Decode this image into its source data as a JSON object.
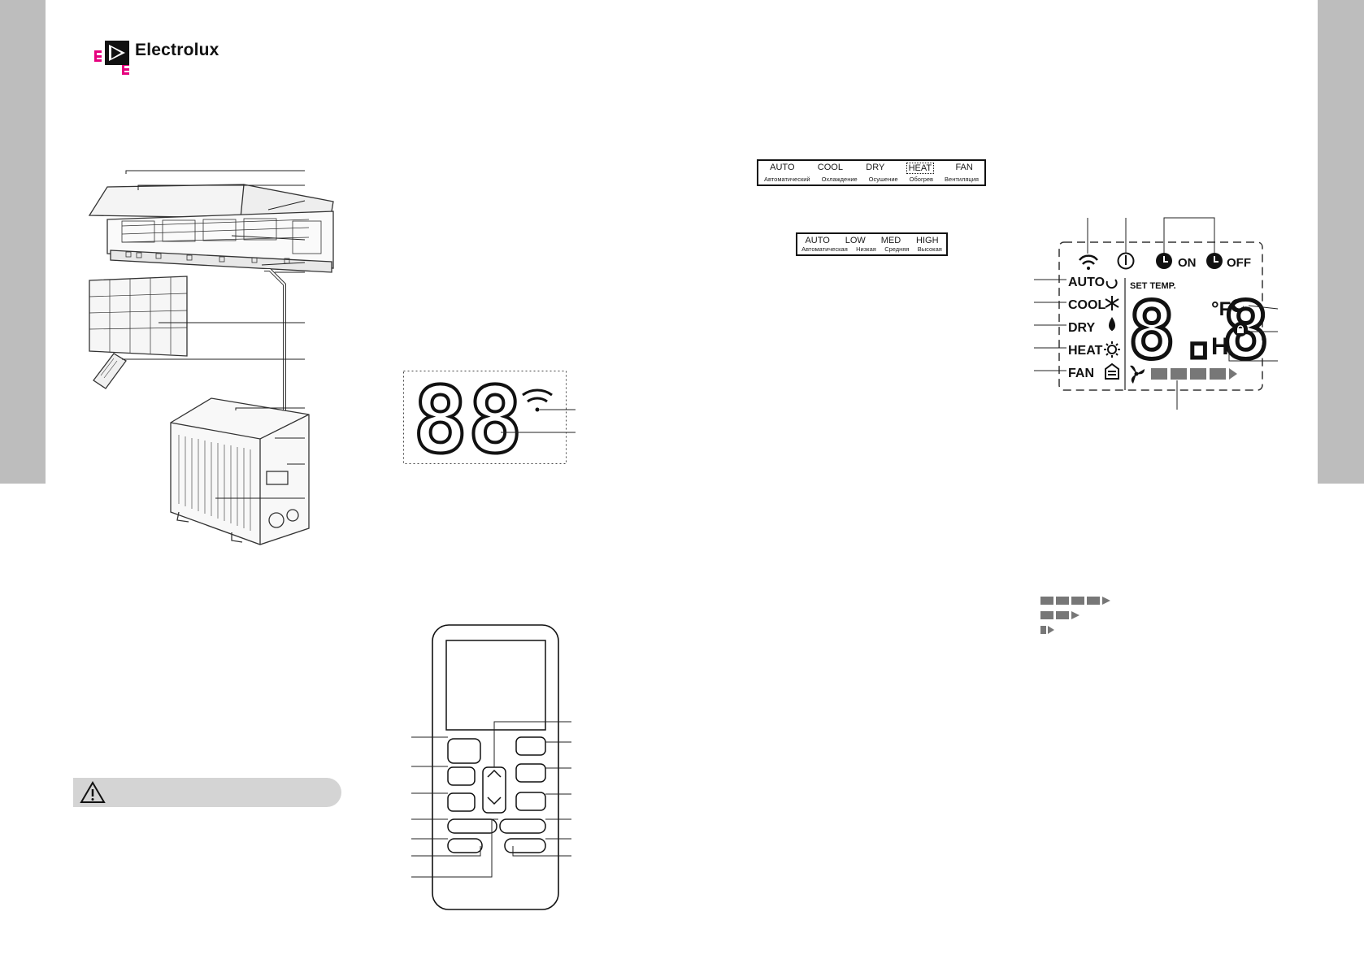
{
  "brand": {
    "name": "Electrolux",
    "accent_color": "#e6007e"
  },
  "mode_cycle": {
    "labels": [
      "AUTO",
      "COOL",
      "DRY",
      "HEAT",
      "FAN"
    ],
    "translations": [
      "Автоматический",
      "Охлаждение",
      "Осушение",
      "Обогрев",
      "Вентиляция"
    ]
  },
  "fan_cycle": {
    "labels": [
      "AUTO",
      "LOW",
      "MED",
      "HIGH"
    ],
    "translations": [
      "Автоматическая",
      "Низкая",
      "Средняя",
      "Высокая"
    ]
  },
  "indoor_display": {
    "digits": "88",
    "icon": "wifi-icon"
  },
  "remote_lcd": {
    "modes": [
      "AUTO",
      "COOL",
      "DRY",
      "HEAT",
      "FAN"
    ],
    "set_temp_label": "SET TEMP.",
    "digits": "8.8",
    "unit_f": "°F",
    "unit_h": "H",
    "timer_on": "ON",
    "timer_off": "OFF",
    "icons": [
      "wifi-icon",
      "power-icon",
      "clock-on-icon",
      "clock-off-icon",
      "sleep-icon",
      "lock-icon",
      "fan-icon"
    ]
  },
  "warning": {
    "icon": "warning-triangle-icon"
  }
}
